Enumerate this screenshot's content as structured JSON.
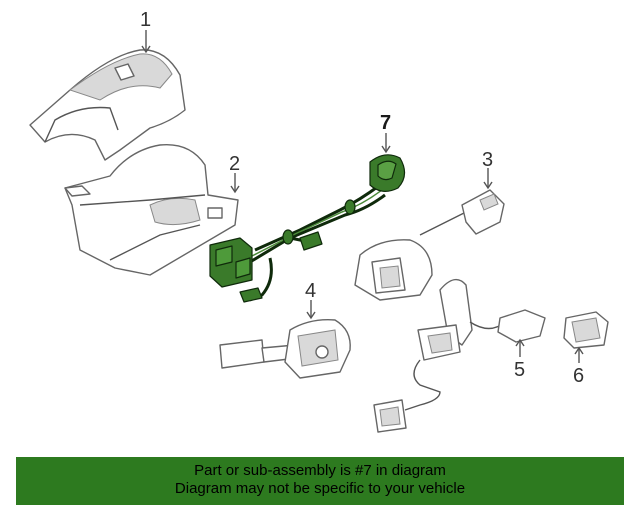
{
  "callouts": [
    {
      "num": "1"
    },
    {
      "num": "2"
    },
    {
      "num": "3"
    },
    {
      "num": "4"
    },
    {
      "num": "5"
    },
    {
      "num": "6"
    },
    {
      "num": "7"
    }
  ],
  "highlighted_part": "7",
  "banner": {
    "line1": "Part or sub-assembly is #7 in diagram",
    "line2": "Diagram may not be specific to your vehicle"
  },
  "colors": {
    "highlight": "#3a7a2a",
    "banner_bg": "#2d7a1f"
  }
}
